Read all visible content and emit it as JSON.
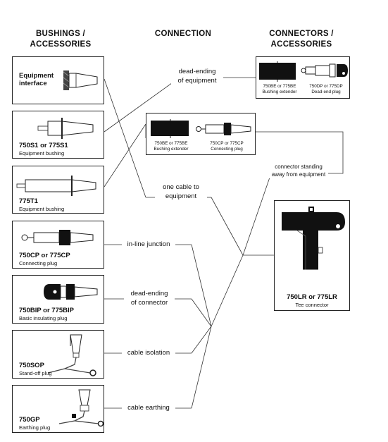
{
  "headers": {
    "left": "BUSHINGS /\nACCESSORIES",
    "middle": "CONNECTION",
    "right": "CONNECTORS /\nACCESSORIES"
  },
  "left_items": [
    {
      "title": "Equipment\ninterface",
      "sub": ""
    },
    {
      "title": "750S1 or 775S1",
      "sub": "Equipment bushing"
    },
    {
      "title": "775T1",
      "sub": "Equipment bushing"
    },
    {
      "title": "750CP or 775CP",
      "sub": "Connecting plug"
    },
    {
      "title": "750BIP or 775BIP",
      "sub": "Basic insulating plug"
    },
    {
      "title": "750SOP",
      "sub": "Stand-off plug"
    },
    {
      "title": "750GP",
      "sub": "Earthing plug"
    }
  ],
  "connections": [
    "dead-ending\nof equipment",
    "one cable to\nequipment",
    "connector standing\naway from equipment",
    "in-line junction",
    "dead-ending\nof connector",
    "cable isolation",
    "cable earthing"
  ],
  "top_right_box": {
    "left_caption": "750BE or 775BE\nBushing extender",
    "right_caption": "750DP or 775DP\nDead-end plug"
  },
  "middle_box": {
    "left_caption": "750BE or 775BE\nBushing extender",
    "right_caption": "750CP or 775CP\nConnecting plug"
  },
  "tee_box": {
    "title": "750LR or 775LR",
    "sub": "Tee connector"
  }
}
